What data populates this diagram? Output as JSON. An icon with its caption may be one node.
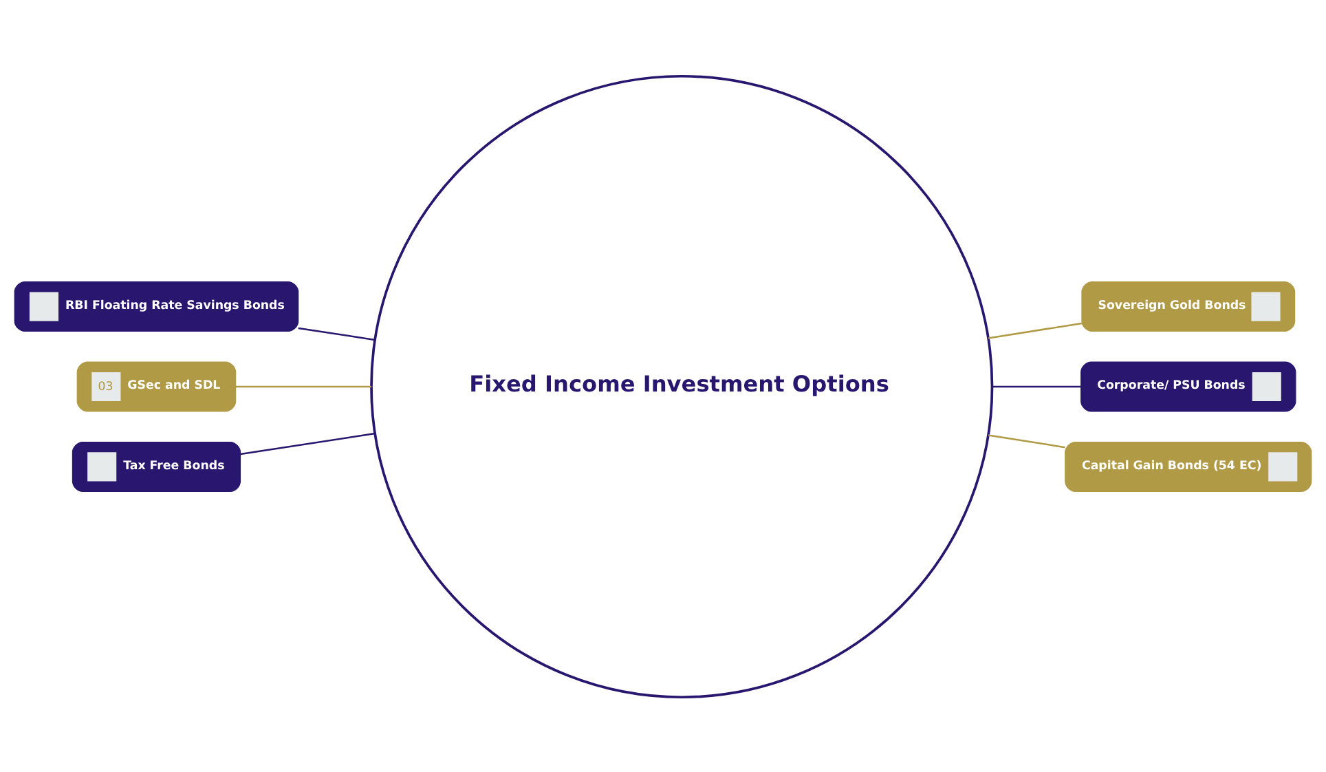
{
  "diagram": {
    "nodes": [
      {
        "text": [
          "Fixed Income Investment Options"
        ]
      },
      {
        "text": [
          "RBI Floating Rate Savings Bonds"
        ]
      },
      {
        "text": [
          "Sovereign Gold Bonds"
        ]
      },
      {
        "text": [
          "03",
          "GSec and SDL"
        ]
      },
      {
        "text": [
          "Corporate/ PSU Bonds"
        ]
      },
      {
        "text": [
          "Tax Free Bonds"
        ]
      },
      {
        "text": [
          "Capital Gain Bonds (54 EC)"
        ]
      }
    ],
    "edges": [
      {
        "from": 1,
        "to": 0,
        "arrow": "none",
        "color": "#28166f"
      },
      {
        "from": 0,
        "to": 2,
        "arrow": "none",
        "color": "#b09a45"
      },
      {
        "from": 3,
        "to": 0,
        "arrow": "none",
        "color": "#b09a45"
      },
      {
        "from": 0,
        "to": 4,
        "arrow": "none",
        "color": "#28166f"
      },
      {
        "from": 5,
        "to": 0,
        "arrow": "none",
        "color": "#28166f"
      },
      {
        "from": 0,
        "to": 6,
        "arrow": "none",
        "color": "#b09a45"
      }
    ]
  }
}
